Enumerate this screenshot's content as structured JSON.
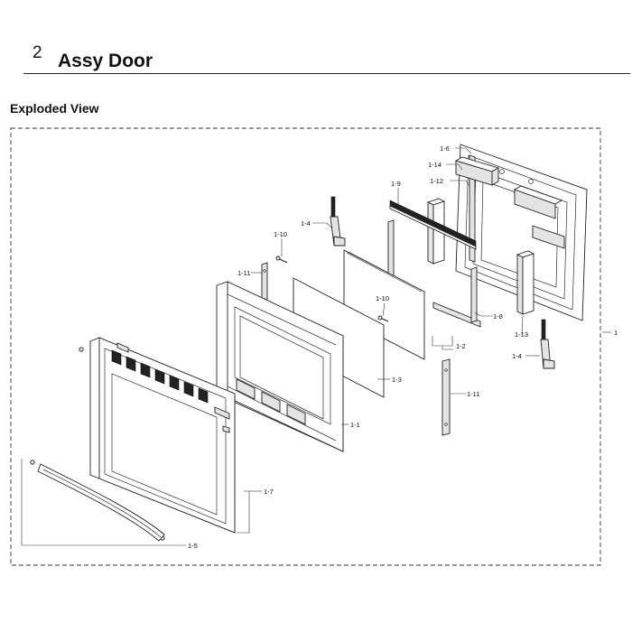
{
  "header": {
    "section_number": "2",
    "title": "Assy Door"
  },
  "subtitle": "Exploded View",
  "callouts": {
    "p1": "1",
    "p1_1": "1-1",
    "p1_2": "1-2",
    "p1_3": "1-3",
    "p1_4a": "1-4",
    "p1_4b": "1-4",
    "p1_5": "1-5",
    "p1_6": "1-6",
    "p1_7": "1-7",
    "p1_8": "1-8",
    "p1_9": "1-9",
    "p1_10a": "1-10",
    "p1_10b": "1-10",
    "p1_11a": "1-11",
    "p1_11b": "1-11",
    "p1_12": "1-12",
    "p1_13": "1-13",
    "p1_14": "1-14"
  }
}
